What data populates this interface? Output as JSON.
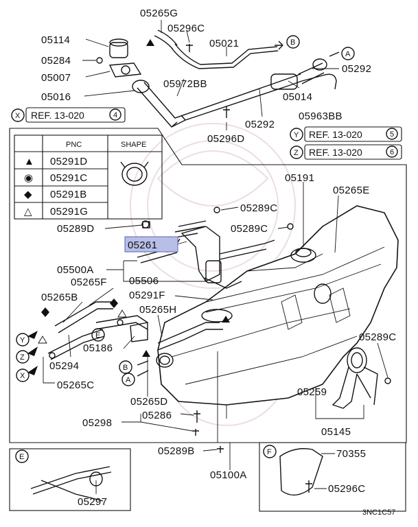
{
  "title_labels": {
    "p05265G": "05265G",
    "p05296C_top": "05296C",
    "p05114": "05114",
    "p05021": "05021",
    "p05284": "05284",
    "p05292_top": "05292",
    "p05007": "05007",
    "p05972BB": "05972BB",
    "p05014": "05014",
    "p05016": "05016",
    "p05292_mid": "05292",
    "p05963BB": "05963BB",
    "p05296D": "05296D",
    "p05191": "05191",
    "p05265E": "05265E",
    "p05289C_a": "05289C",
    "p05289D": "05289D",
    "p05289C_b": "05289C",
    "p05261": "05261",
    "p05500A": "05500A",
    "p05265F": "05265F",
    "p05506": "05506",
    "p05265B": "05265B",
    "p05291F": "05291F",
    "p05265H": "05265H",
    "p05186": "05186",
    "p05294": "05294",
    "p05265C": "05265C",
    "p05289C_c": "05289C",
    "p05259": "05259",
    "p05265D": "05265D",
    "p05145": "05145",
    "p05298": "05298",
    "p05286": "05286",
    "p05289B": "05289B",
    "p05100A": "05100A",
    "p70355": "70355",
    "p05296C_f": "05296C",
    "p05297": "05297"
  },
  "refs": {
    "x_letter": "X",
    "x_text": "REF. 13-020",
    "x_num": "4",
    "y_letter": "Y",
    "y_text": "REF. 13-020",
    "y_num": "5",
    "z_letter": "Z",
    "z_text": "REF. 13-020",
    "z_num": "6"
  },
  "legend": {
    "col_pnc": "PNC",
    "col_shape": "SHAPE",
    "rows": [
      {
        "symbol": "▲",
        "pnc": "05291D"
      },
      {
        "symbol": "◉",
        "pnc": "05291C"
      },
      {
        "symbol": "◆",
        "pnc": "05291B"
      },
      {
        "symbol": "△",
        "pnc": "05291G"
      }
    ]
  },
  "callouts": {
    "A": "A",
    "B": "B",
    "E": "E",
    "F": "F",
    "X": "X",
    "Y": "Y",
    "Z": "Z"
  },
  "diagram_code": "3NC1C57",
  "colors": {
    "highlight_fill": "#b8bfe6",
    "highlight_stroke": "#5a66b8",
    "line": "#111111"
  }
}
